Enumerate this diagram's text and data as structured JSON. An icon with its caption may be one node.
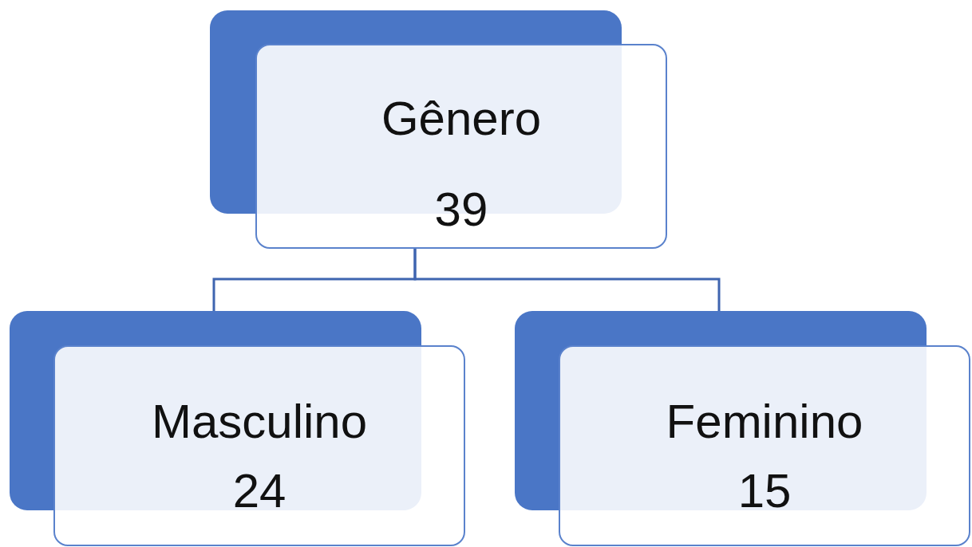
{
  "diagram": {
    "nodes": [
      {
        "text": [
          "Gênero 39"
        ]
      },
      {
        "text": [
          "Masculino 24"
        ]
      },
      {
        "text": [
          "Feminino 15"
        ]
      }
    ],
    "edges": [
      {
        "from": 0,
        "to": 1,
        "arrow": "none"
      },
      {
        "from": 0,
        "to": 2,
        "arrow": "none"
      }
    ]
  }
}
